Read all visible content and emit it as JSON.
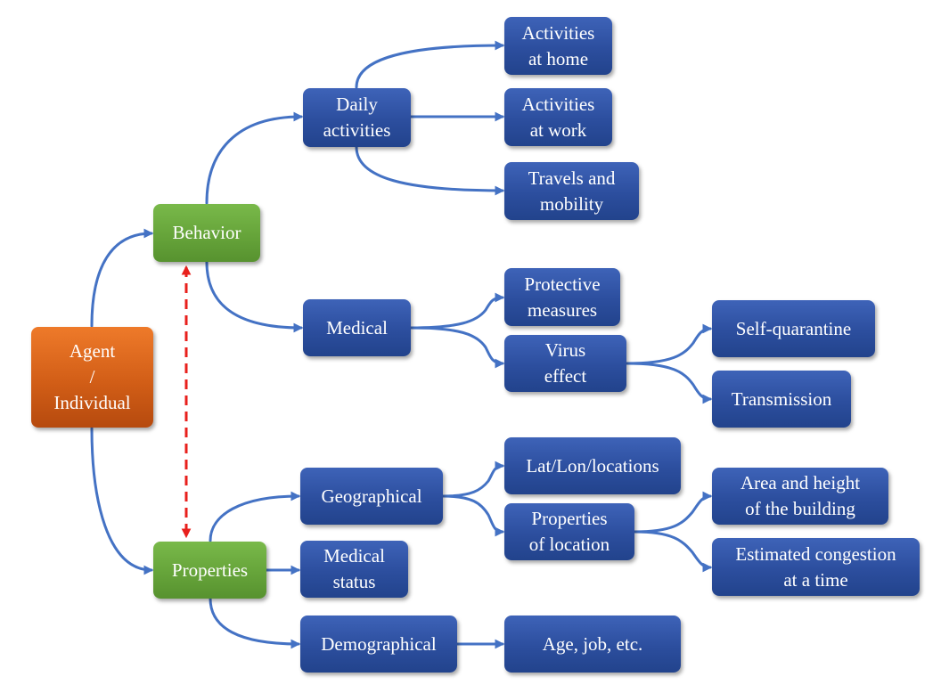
{
  "diagram": {
    "colors": {
      "link": "#4472c4",
      "dashed_link": "#e8201c"
    },
    "nodes": {
      "agent": "Agent\n/\nIndividual",
      "behavior": "Behavior",
      "properties": "Properties",
      "daily_activities": "Daily\nactivities",
      "medical": "Medical",
      "activities_home": "Activities\nat home",
      "activities_work": "Activities\nat work",
      "travels": "Travels and\nmobility",
      "protective": "Protective\nmeasures",
      "virus_effect": "Virus\neffect",
      "self_quarantine": "Self-quarantine",
      "transmission": "Transmission",
      "geographical": "Geographical",
      "medical_status": "Medical\nstatus",
      "demographical": "Demographical",
      "lat_lon": "Lat/Lon/locations",
      "properties_location": "Properties\nof location",
      "area_height": "Area and height\nof the building",
      "congestion": "Estimated congestion\nat a time",
      "age_job": "Age, job, etc."
    }
  }
}
